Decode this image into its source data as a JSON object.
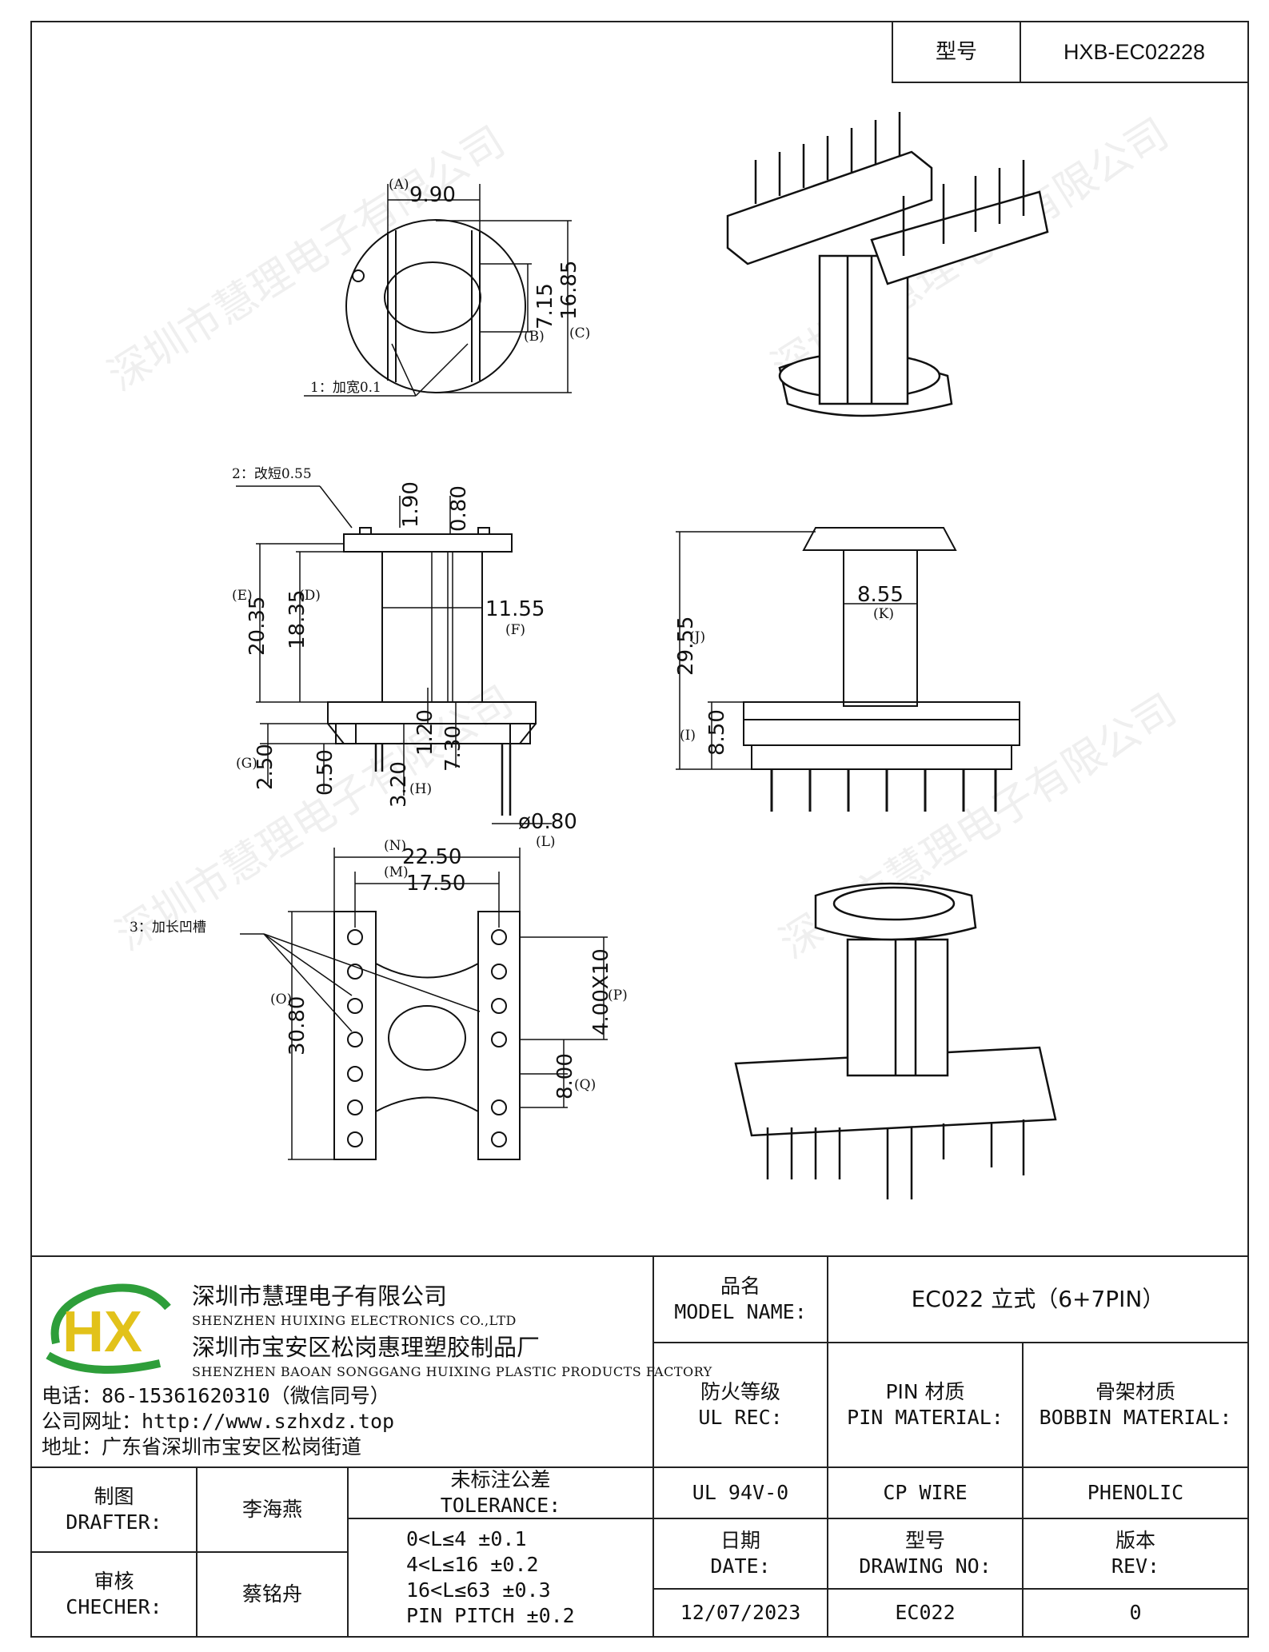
{
  "header": {
    "model_label": "型号",
    "model_value": "HXB-EC02228"
  },
  "drawing": {
    "top_view": {
      "A_label": "(A)",
      "A_value": "9.90",
      "B_label": "(B)",
      "B_value": "7.15",
      "C_label": "(C)",
      "C_value": "16.85",
      "note": "1：加宽0.1"
    },
    "front_view": {
      "note": "2：改短0.55",
      "d1": "1.90",
      "d2": "0.80",
      "E_label": "(E)",
      "E_value": "20.35",
      "D_label": "(D)",
      "D_value": "18.35",
      "F_label": "(F)",
      "F_value": "11.55",
      "G_label": "(G)",
      "G_value": "2.50",
      "v050": "0.50",
      "H_label": "(H)",
      "H_value": "3.20",
      "v120": "1.20",
      "v730": "7.30",
      "L_label": "(L)",
      "L_value": "ø0.80"
    },
    "side_view": {
      "J_label": "(J)",
      "J_value": "29.55",
      "K_label": "(K)",
      "K_value": "8.55",
      "I_label": "(I)",
      "I_value": "8.50"
    },
    "bottom_view": {
      "N_label": "(N)",
      "N_value": "22.50",
      "M_label": "(M)",
      "M_value": "17.50",
      "note": "3：加长凹槽",
      "O_label": "(O)",
      "O_value": "30.80",
      "P_label": "(P)",
      "P_value": "4.00X10",
      "Q_label": "(Q)",
      "Q_value": "8.00"
    },
    "watermark": "深圳市慧理电子有限公司"
  },
  "company": {
    "logo_text": "HX",
    "name1": "深圳市慧理电子有限公司",
    "name1_en": "SHENZHEN HUIXING ELECTRONICS CO.,LTD",
    "name2": "深圳市宝安区松岗惠理塑胶制品厂",
    "name2_en": "SHENZHEN BAOAN SONGGANG HUIXING PLASTIC PRODUCTS FACTORY",
    "phone": "电话：86-15361620310（微信同号）",
    "website": "公司网址：http://www.szhxdz.top",
    "address": "地址：广东省深圳市宝安区松岗街道"
  },
  "title_block": {
    "model_name_cn": "品名",
    "model_name_en": "MODEL NAME:",
    "model_name_value": "EC022 立式（6+7PIN）",
    "ul_cn": "防火等级",
    "ul_en": "UL REC:",
    "pin_cn": "PIN 材质",
    "pin_en": "PIN MATERIAL:",
    "bobbin_cn": "骨架材质",
    "bobbin_en": "BOBBIN MATERIAL:",
    "ul_value": "UL 94V-0",
    "pin_value": "CP WIRE",
    "bobbin_value": "PHENOLIC",
    "drafter_cn": "制图",
    "drafter_en": "DRAFTER:",
    "drafter_name": "李海燕",
    "checker_cn": "审核",
    "checker_en": "CHECHER:",
    "checker_name": "蔡铭舟",
    "tol_cn": "未标注公差",
    "tol_en": "TOLERANCE:",
    "tol_1": "0<L≤4  ±0.1",
    "tol_2": "4<L≤16 ±0.2",
    "tol_3": "16<L≤63 ±0.3",
    "tol_4": "PIN PITCH ±0.2",
    "date_cn": "日期",
    "date_en": "DATE:",
    "date_value": "12/07/2023",
    "dwg_cn": "型号",
    "dwg_en": "DRAWING NO:",
    "dwg_value": "EC022",
    "rev_cn": "版本",
    "rev_en": "REV:",
    "rev_value": "0"
  }
}
